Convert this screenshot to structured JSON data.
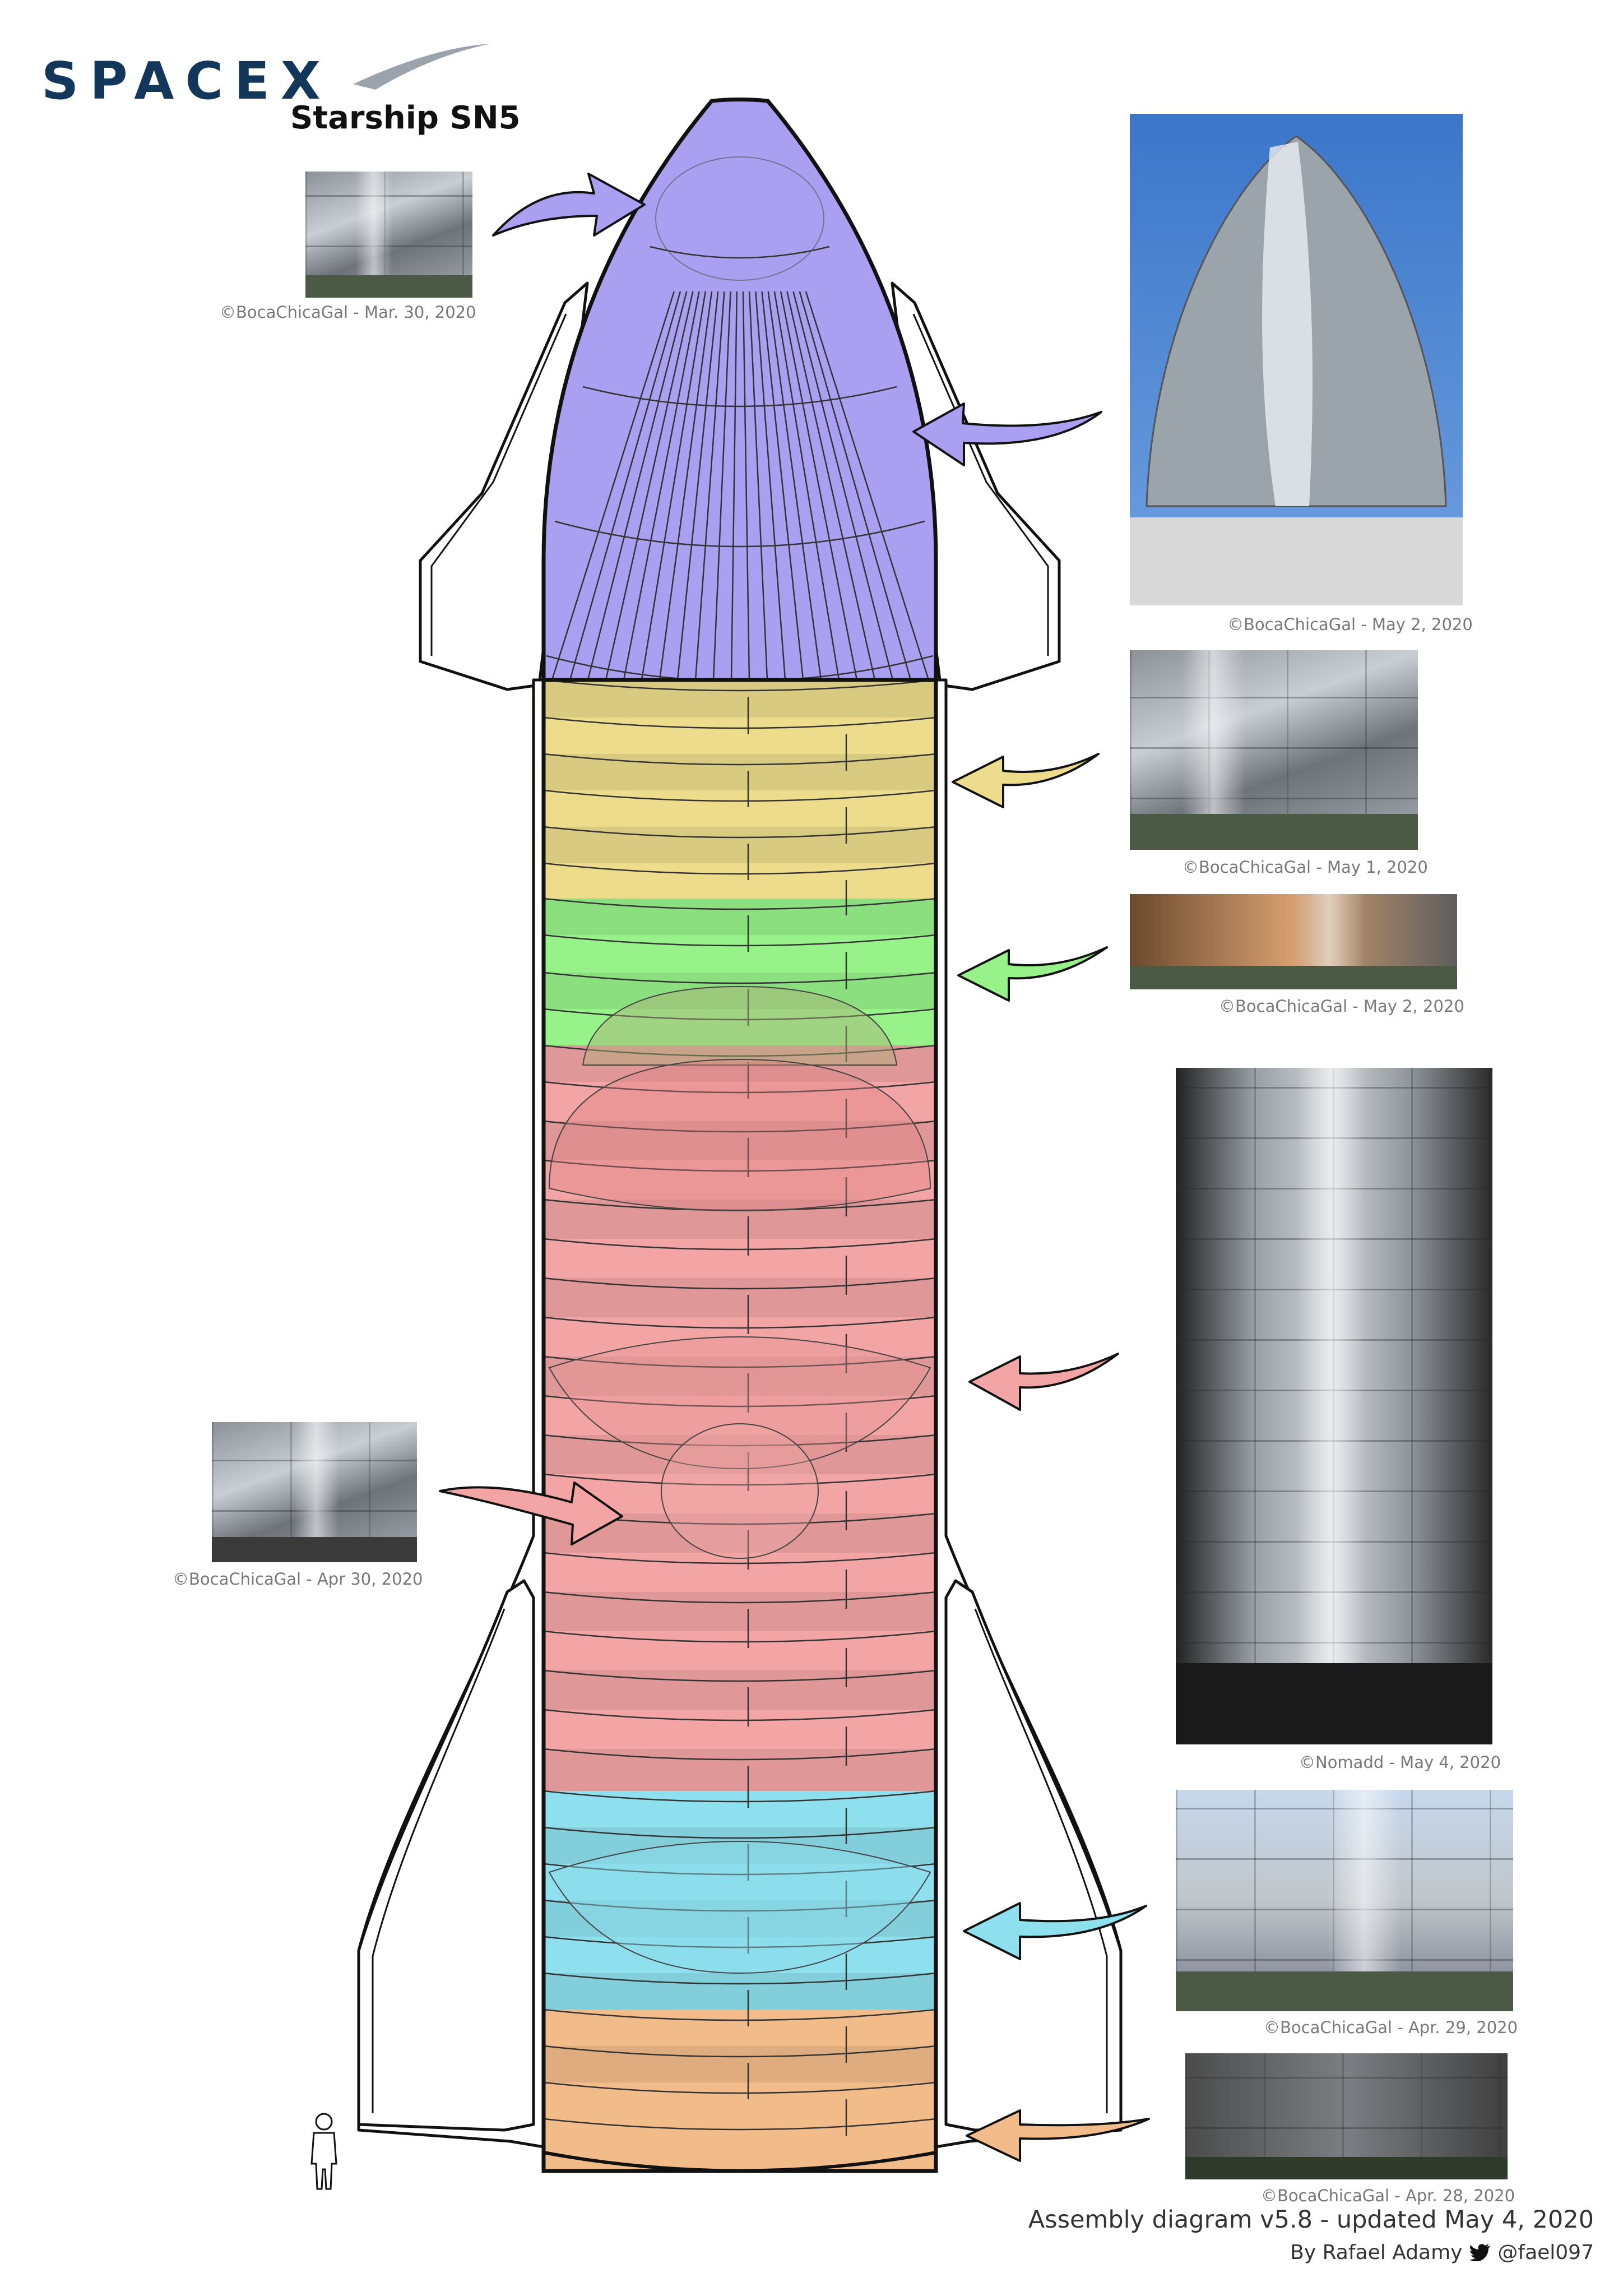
{
  "title": {
    "brand": "SPACEX",
    "subtitle": "Starship SN5"
  },
  "footer": {
    "version": "Assembly diagram v5.8 - updated May 4, 2020",
    "by_prefix": "By Rafael Adamy",
    "handle": "@fael097"
  },
  "sections": [
    {
      "name": "nosecone",
      "color": "#aa9ff0"
    },
    {
      "name": "forward-section",
      "color": "#ecdc8c"
    },
    {
      "name": "common-dome-section",
      "color": "#98f28a"
    },
    {
      "name": "lox-tank",
      "color": "#f3a4a4"
    },
    {
      "name": "aft-dome-section",
      "color": "#8fe0ee"
    },
    {
      "name": "skirt",
      "color": "#f2bb8a"
    }
  ],
  "photos": [
    {
      "credit": "©BocaChicaGal - Mar. 30, 2020"
    },
    {
      "credit": "©BocaChicaGal - May 2, 2020"
    },
    {
      "credit": "©BocaChicaGal - May 1, 2020"
    },
    {
      "credit": "©BocaChicaGal - May 2, 2020"
    },
    {
      "credit": "©Nomadd - May 4, 2020"
    },
    {
      "credit": "©BocaChicaGal - Apr 30, 2020"
    },
    {
      "credit": "©BocaChicaGal - Apr. 29, 2020"
    },
    {
      "credit": "©BocaChicaGal - Apr. 28, 2020"
    }
  ],
  "icons": [
    "twitter-bird-icon",
    "human-scale-icon",
    "arrow-icon"
  ],
  "colors": {
    "outline": "#111111",
    "brand": "#13375a",
    "swoosh": "#9aa3ab"
  }
}
